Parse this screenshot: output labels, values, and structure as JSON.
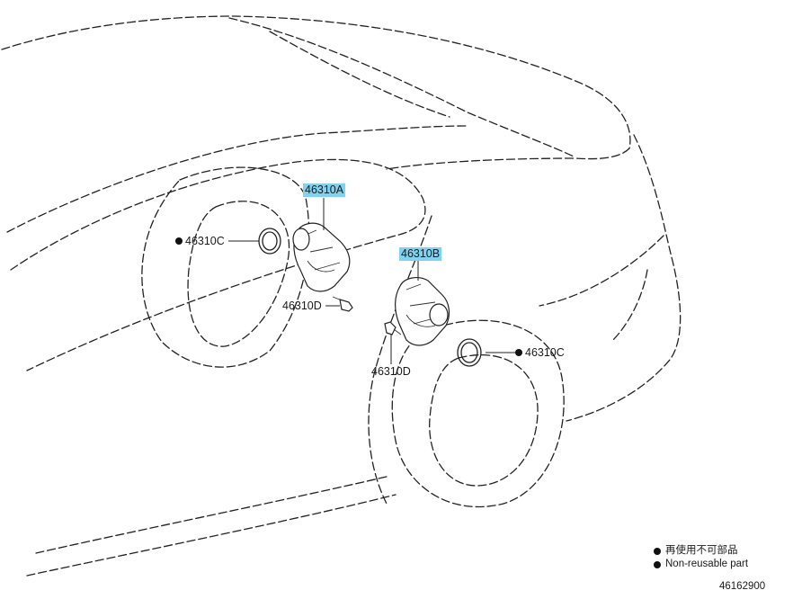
{
  "callouts": {
    "part_a": "46310A",
    "part_b": "46310B",
    "part_c_left": "46310C",
    "part_c_right": "46310C",
    "part_d_left": "46310D",
    "part_d_right": "46310D"
  },
  "legend": {
    "line_1": "再使用不可部品",
    "line_2": "Non-reusable part"
  },
  "figure_id": "46162900",
  "colors": {
    "highlight": "#7fd3f0",
    "line": "#222222"
  }
}
